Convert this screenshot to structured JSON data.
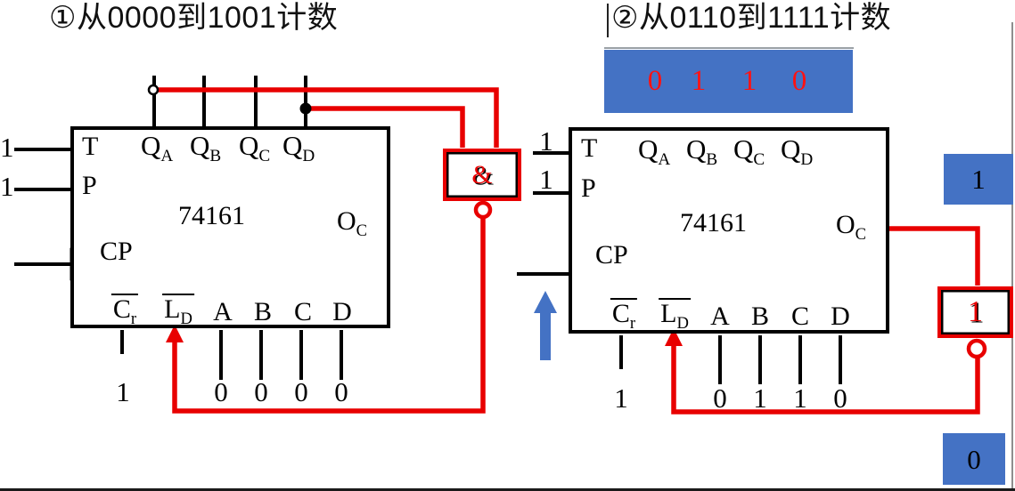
{
  "titles": {
    "left": "①从0000到1001计数",
    "right": "②从0110到1111计数"
  },
  "chip": {
    "name": "74161",
    "t": "T",
    "p": "P",
    "cp": "CP",
    "q_base": "Q",
    "q_subs": [
      "A",
      "B",
      "C",
      "D"
    ],
    "o_base": "O",
    "o_sub": "C",
    "cr_base": "C",
    "cr_sub": "r",
    "ld_base": "L",
    "ld_sub": "D",
    "abcd": [
      "A",
      "B",
      "C",
      "D"
    ]
  },
  "left_circuit": {
    "t_value": "1",
    "p_value": "1",
    "cr_value": "1",
    "load_values": [
      "0",
      "0",
      "0",
      "0"
    ],
    "gate_label": "&"
  },
  "right_circuit": {
    "t_value": "1",
    "p_value": "1",
    "cr_value": "1",
    "load_values": [
      "0",
      "1",
      "1",
      "0"
    ],
    "preset_digits": [
      "0",
      "1",
      "1",
      "0"
    ],
    "oc_badge_value": "1",
    "gate_label": "1",
    "gate_output_value": "0"
  },
  "colors": {
    "accent_blue": "#4472C4",
    "wire_red": "#e80000",
    "preset_red": "#ff1212"
  }
}
